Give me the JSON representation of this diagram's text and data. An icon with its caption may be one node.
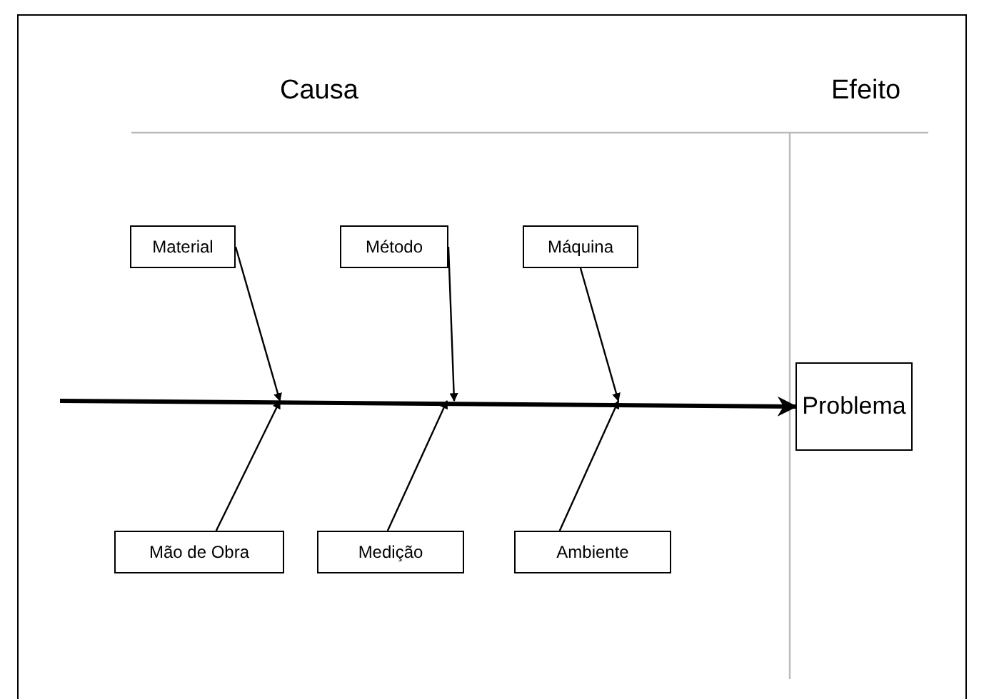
{
  "diagram": {
    "nodes": [
      {
        "text": [
          "Material"
        ]
      },
      {
        "text": [
          "Método"
        ]
      },
      {
        "text": [
          "Máquina"
        ]
      },
      {
        "text": [
          "Problema"
        ]
      },
      {
        "text": [
          "Mão de Obra"
        ]
      },
      {
        "text": [
          "Medição"
        ]
      },
      {
        "text": [
          "Ambiente"
        ]
      }
    ],
    "edges": [
      {
        "from": null,
        "to": 3,
        "arrow": "to",
        "style": "thick"
      },
      {
        "from": 0,
        "to": null,
        "arrow": "to"
      },
      {
        "from": 1,
        "to": null,
        "arrow": "to"
      },
      {
        "from": 2,
        "to": null,
        "arrow": "to"
      },
      {
        "from": 4,
        "to": null,
        "arrow": "to"
      },
      {
        "from": 5,
        "to": null,
        "arrow": "to"
      },
      {
        "from": 6,
        "to": null,
        "arrow": "to"
      }
    ],
    "labels": [
      "Causa",
      "Efeito"
    ]
  }
}
